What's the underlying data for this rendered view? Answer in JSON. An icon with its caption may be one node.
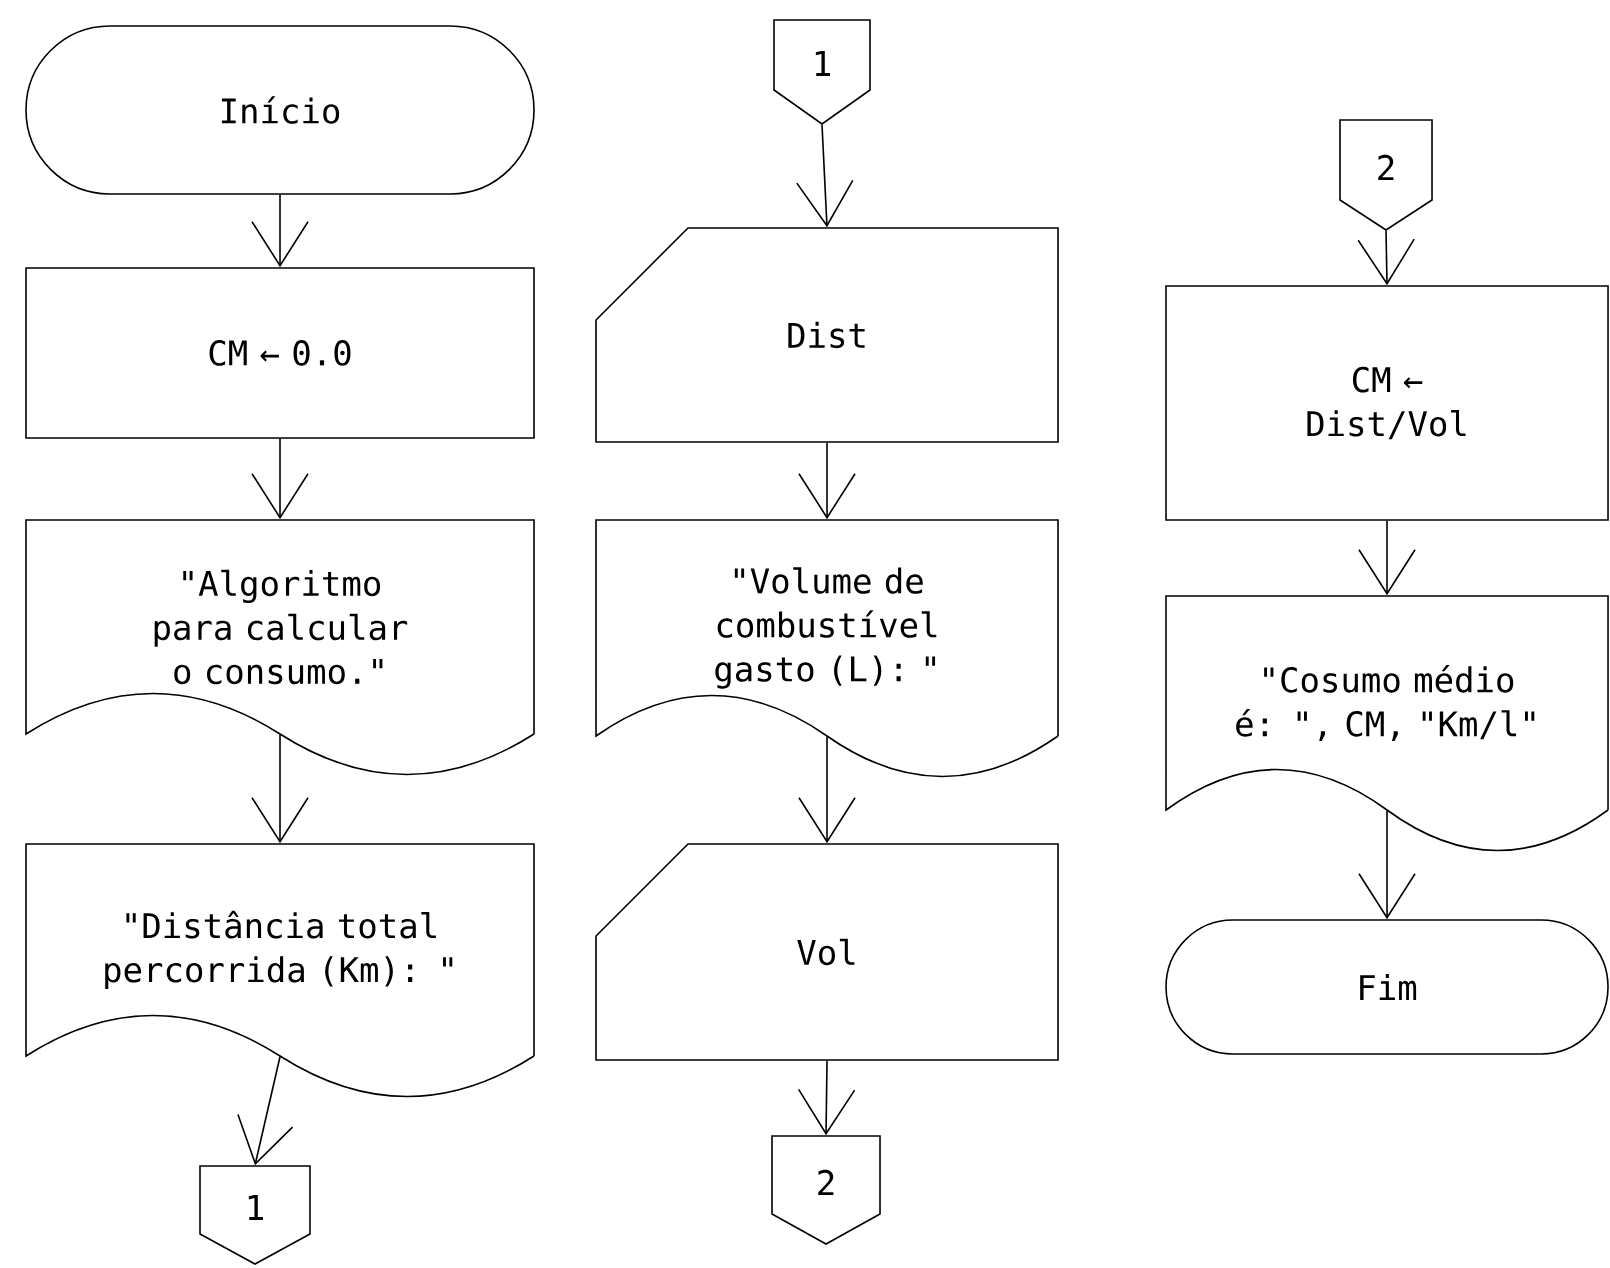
{
  "diagram": {
    "nodes": [
      {
        "text": [
          "Início"
        ]
      },
      {
        "text": [
          "CM ← 0.0"
        ]
      },
      {
        "text": [
          "\"Algoritmo para calcular o consumo.\""
        ]
      },
      {
        "text": [
          "\"Distância total percorrida (Km): \""
        ]
      },
      {
        "text": [
          "1"
        ]
      },
      {
        "text": [
          "1"
        ]
      },
      {
        "text": [
          "Dist"
        ]
      },
      {
        "text": [
          "\"Volume de combustível gasto (L): \""
        ]
      },
      {
        "text": [
          "Vol"
        ]
      },
      {
        "text": [
          "2"
        ]
      },
      {
        "text": [
          "2"
        ]
      },
      {
        "text": [
          "CM ← Dist/Vol"
        ]
      },
      {
        "text": [
          "\"Cosumo médio é: \", CM, \"Km/l\""
        ]
      },
      {
        "text": [
          "Fim"
        ]
      }
    ],
    "edges": [
      {
        "from": 0,
        "to": 1,
        "arrow": "to"
      },
      {
        "from": 1,
        "to": 2,
        "arrow": "to"
      },
      {
        "from": 2,
        "to": 3,
        "arrow": "to"
      },
      {
        "from": 3,
        "to": 4,
        "arrow": "to"
      },
      {
        "from": 5,
        "to": 6,
        "arrow": "to"
      },
      {
        "from": 6,
        "to": 7,
        "arrow": "to"
      },
      {
        "from": 7,
        "to": 8,
        "arrow": "to"
      },
      {
        "from": 8,
        "to": 9,
        "arrow": "to"
      },
      {
        "from": 10,
        "to": 11,
        "arrow": "to"
      },
      {
        "from": 11,
        "to": 12,
        "arrow": "to"
      },
      {
        "from": 12,
        "to": 13,
        "arrow": "to"
      }
    ]
  }
}
